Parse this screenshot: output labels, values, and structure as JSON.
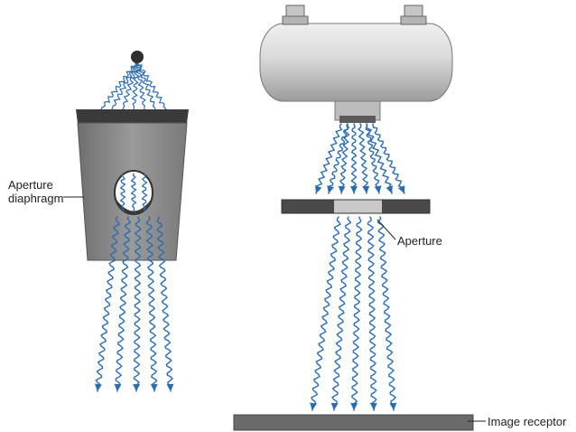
{
  "labels": {
    "aperture_diaphragm": [
      "Aperture",
      "diaphragm"
    ],
    "aperture": "Aperture",
    "image_receptor": "Image receptor"
  },
  "colors": {
    "wave": "#2b6cb0",
    "tube_body": "#d4d4d4",
    "diaphragm_face": "#8e8e8e",
    "diaphragm_top": "#3a3a3a",
    "plate_dark": "#4a4a4a",
    "plate_opening": "#c9c9c9",
    "receptor": "#6a6a6a"
  }
}
